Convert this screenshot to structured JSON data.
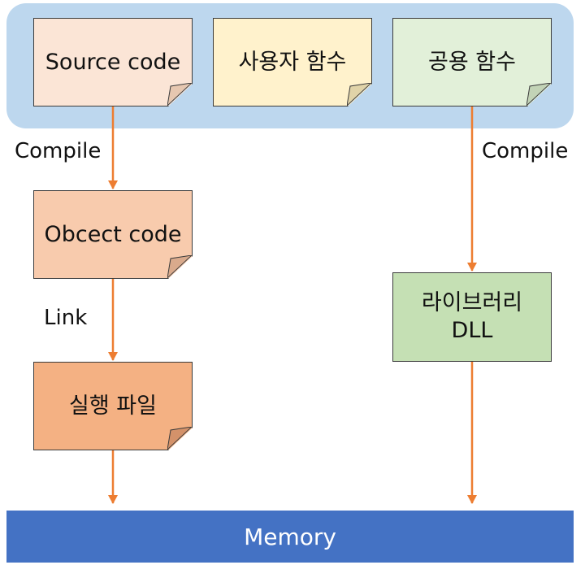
{
  "top_group": {
    "source_code": "Source code",
    "user_function": "사용자 함수",
    "shared_function": "공용 함수"
  },
  "labels": {
    "compile_left": "Compile",
    "compile_right": "Compile",
    "link": "Link"
  },
  "object_code": "Obcect code",
  "executable": "실행 파일",
  "library": {
    "line1": "라이브러리",
    "line2": "DLL"
  },
  "memory": "Memory",
  "colors": {
    "panel_bg": "#bdd7ee",
    "source_fill": "#fbe5d6",
    "user_fill": "#fff2cc",
    "shared_fill": "#e2f0d9",
    "object_fill": "#f8cbad",
    "exec_fill": "#f4b183",
    "library_fill": "#c5e0b4",
    "memory_bg": "#4472c4",
    "arrow": "#ed7d31"
  }
}
